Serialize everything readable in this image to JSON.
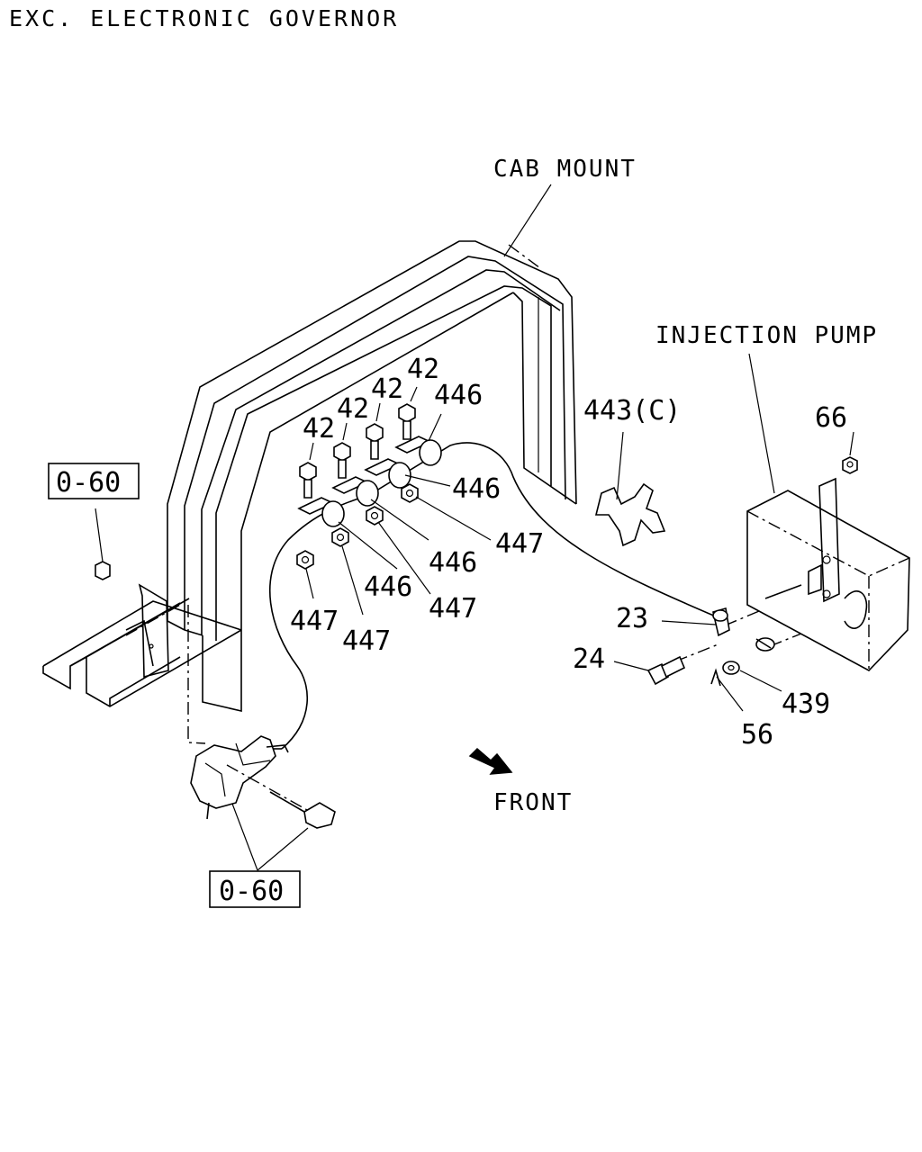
{
  "title": "EXC.  ELECTRONIC GOVERNOR",
  "labels": {
    "cab_mount": "CAB MOUNT",
    "injection_pump": "INJECTION PUMP",
    "front": "FRONT",
    "ref_left": "0-60",
    "ref_bottom": "0-60",
    "part_443c": "443(C)",
    "part_66": "66",
    "part_23": "23",
    "part_24": "24",
    "part_439": "439",
    "part_56": "56",
    "bolt_42_a": "42",
    "bolt_42_b": "42",
    "bolt_42_c": "42",
    "bolt_42_d": "42",
    "clip_446_a": "446",
    "clip_446_b": "446",
    "clip_446_c": "446",
    "clip_446_d": "446",
    "nut_447_a": "447",
    "nut_447_b": "447",
    "nut_447_c": "447",
    "nut_447_d": "447"
  }
}
